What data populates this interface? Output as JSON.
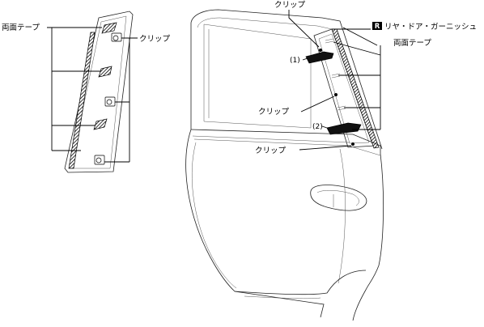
{
  "labels": {
    "double_sided_tape_left": "両面テープ",
    "clip_left": "クリップ",
    "clip_top": "クリップ",
    "marker_letter": "R",
    "rear_door_garnish": "リヤ・ドア・ガーニッシュ",
    "double_sided_tape_right": "両面テープ",
    "callout_1": "(1)",
    "clip_middle": "クリップ",
    "callout_2": "(2)",
    "clip_bottom": "クリップ"
  },
  "icons": {
    "marker_badge": "r-square-icon"
  },
  "colors": {
    "line": "#000000",
    "background": "#ffffff",
    "marker_fill": "#000000",
    "marker_text": "#ffffff"
  }
}
